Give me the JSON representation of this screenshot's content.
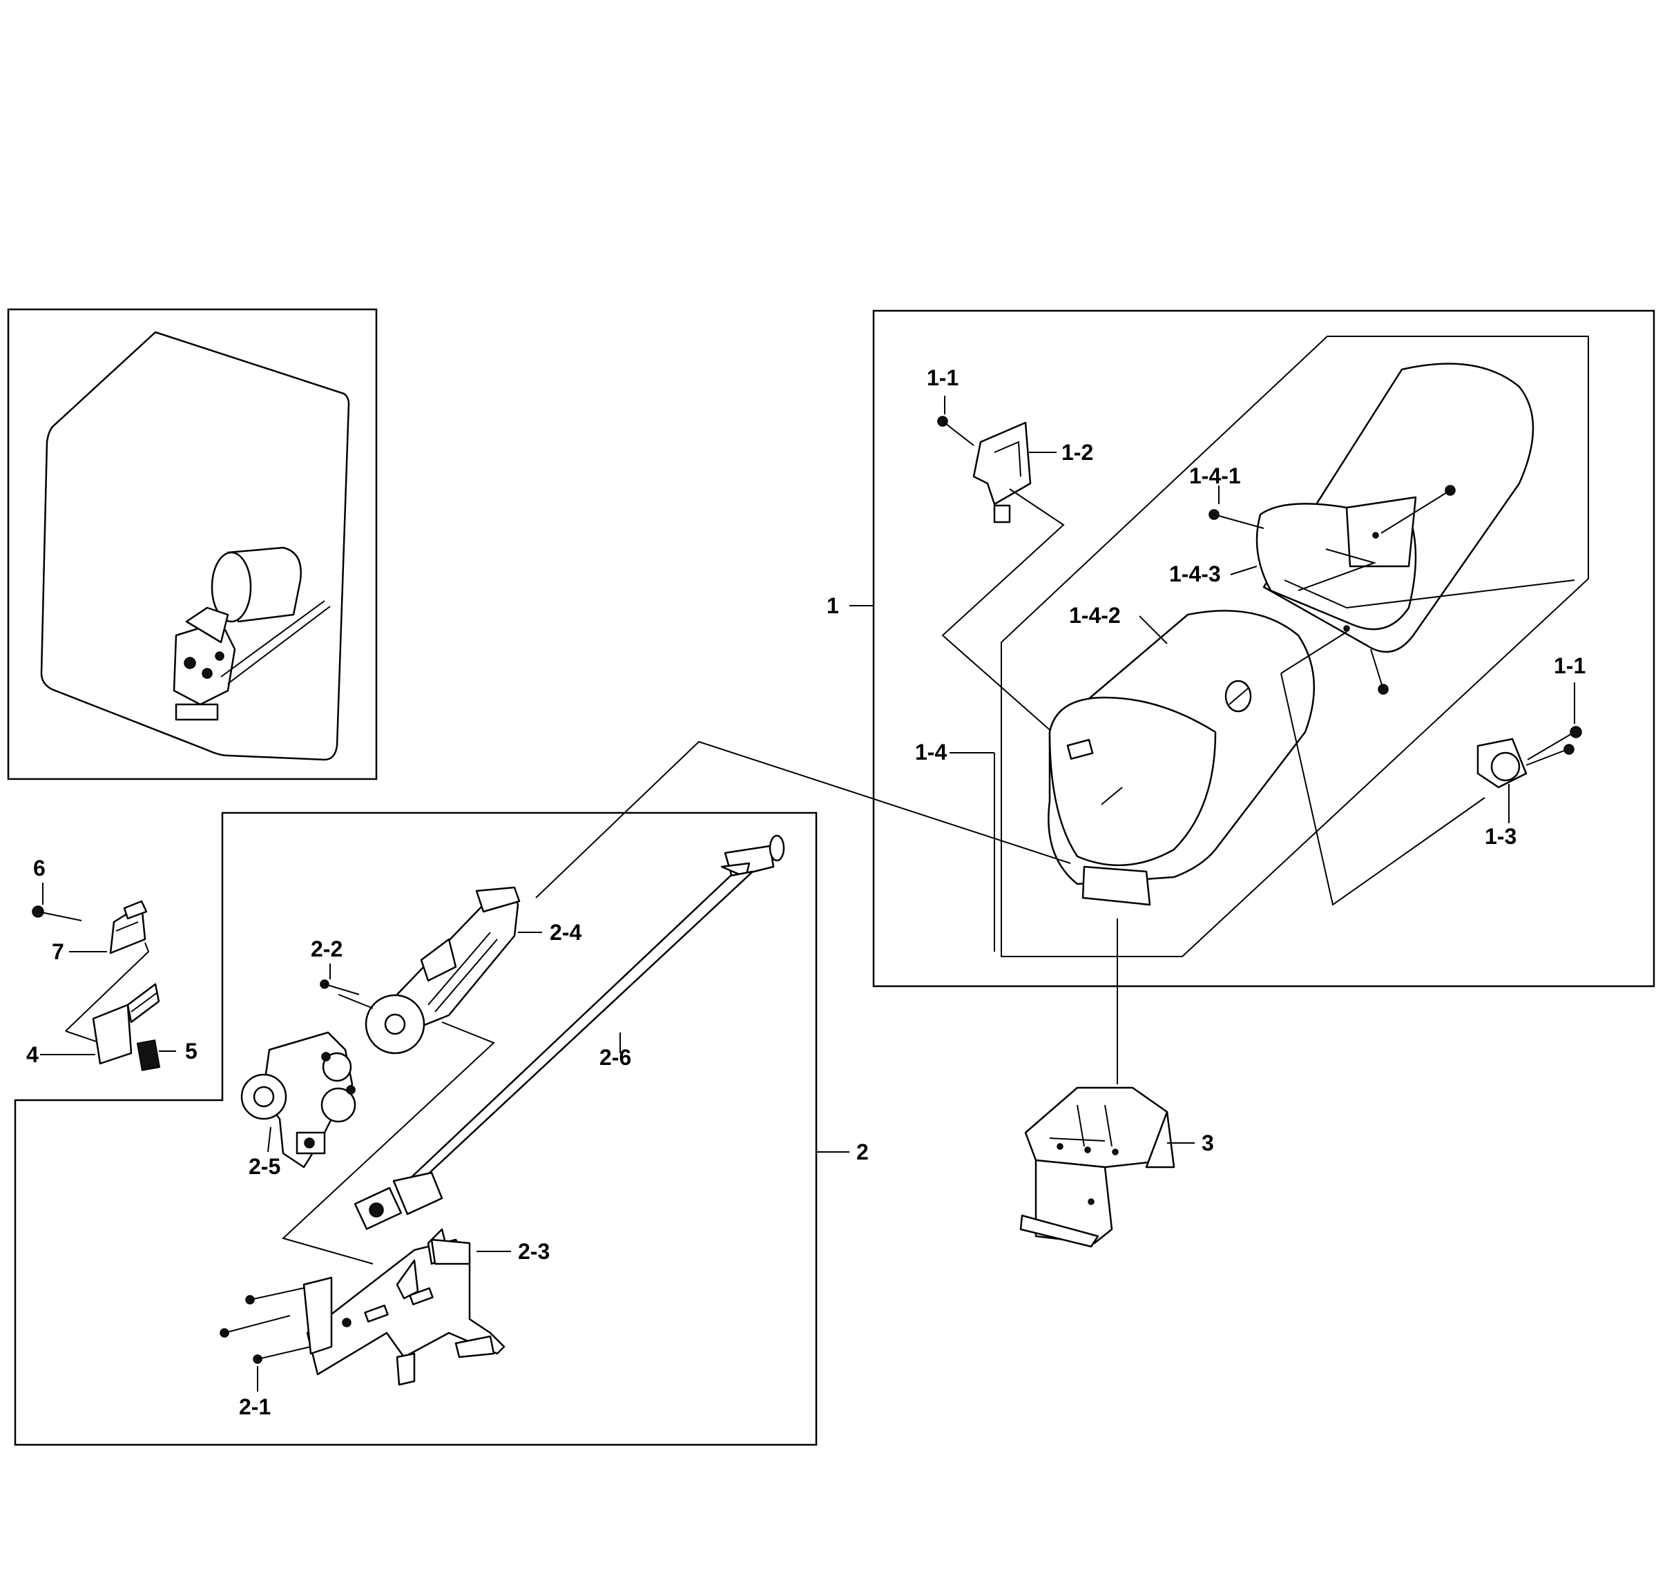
{
  "labels": {
    "l1_1a": "1-1",
    "l1_2": "1-2",
    "l1_4_1": "1-4-1",
    "l1_4_3": "1-4-3",
    "l1": "1",
    "l1_4_2": "1-4-2",
    "l1_1b": "1-1",
    "l1_4": "1-4",
    "l1_3": "1-3",
    "l3": "3",
    "l6": "6",
    "l7": "7",
    "l4": "4",
    "l5": "5",
    "l2_2": "2-2",
    "l2_4": "2-4",
    "l2_6": "2-6",
    "l2_5": "2-5",
    "l2": "2",
    "l2_3": "2-3",
    "l2_1": "2-1"
  },
  "icons": {
    "inset": "burner-assembly-overview-icon",
    "drum": "burner-housing-drum-icon",
    "bracket": "mounting-bracket-icon",
    "valve": "gas-valve-icon",
    "igniter": "igniter-icon",
    "tube": "burner-tube-icon",
    "screw": "screw-icon"
  }
}
